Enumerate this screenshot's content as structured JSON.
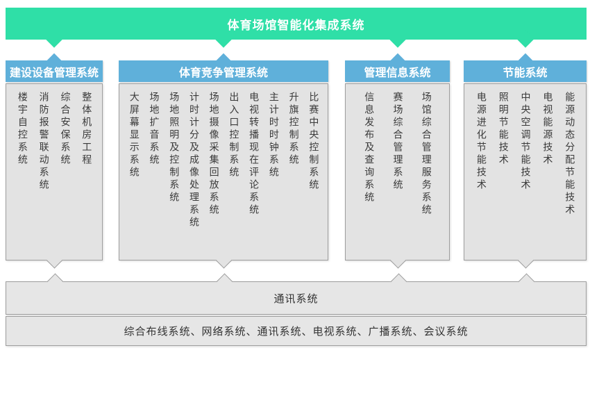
{
  "banner": {
    "title": "体育场馆智能化集成系统"
  },
  "columns": [
    {
      "header": "建设设备管理系统",
      "items": [
        "整体机房工程",
        "综合安保系统",
        "消防报警联动系统",
        "楼宇自控系统"
      ]
    },
    {
      "header": "体育竞争管理系统",
      "items": [
        "比赛中央控制系统",
        "升旗控制系统",
        "主计时时钟系统",
        "电视转播现在评论系统",
        "出入口控制系统",
        "场地摄像采集回放系统",
        "计时计分及成像处理系统",
        "场地照明及控制系统",
        "场地扩音系统",
        "大屏幕显示系统"
      ]
    },
    {
      "header": "管理信息系统",
      "items": [
        "场馆综合管理服务系统",
        "赛场综合管理系统",
        "信息发布及查询系统"
      ]
    },
    {
      "header": "节能系统",
      "items": [
        "能源动态分配节能技术",
        "电视能源技术",
        "中央空调节能技术",
        "照明节能技术",
        "电源进化节能技术"
      ]
    }
  ],
  "bottom": {
    "bus_label": "通讯系统",
    "base_label": "综合布线系统、网络系统、通讯系统、电视系统、广播系统、会议系统"
  },
  "colors": {
    "banner_green": "#2fdfa7",
    "header_blue": "#5fb0da",
    "box_gray": "#e3e3e3",
    "border_gray": "#9e9e9e",
    "text_dark": "#3a3a3a"
  }
}
